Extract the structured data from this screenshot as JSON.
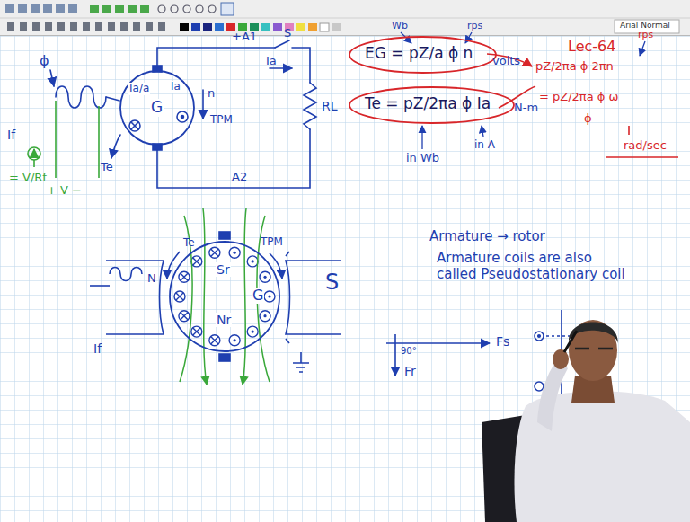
{
  "diagram": {
    "nodes": [
      {
        "text": [
          "EG = pZ/a ϕ n"
        ]
      },
      {
        "text": [
          "Te = pZ/2πa ϕ Ia"
        ]
      },
      {
        "text": [
          "Ia/a",
          "G",
          "Ia"
        ]
      },
      {
        "text": [
          "Sr",
          "G",
          "Nr"
        ]
      }
    ],
    "labels": [
      "Arial Normal",
      "ϕ",
      "If",
      "= V/Rf",
      "+ V −",
      "Te",
      "+A1",
      "S",
      "Ia",
      "n",
      "TPM",
      "RL",
      "A2",
      "Wb",
      "rps",
      "volts",
      "N-m",
      "in Wb",
      "in A",
      "Lec-64",
      "pZ/2πa ϕ 2πn",
      "rps",
      "= pZ/2πa ϕ ω",
      "ϕ",
      "rad/sec",
      "Te",
      "TPM",
      "N",
      "S",
      "If",
      "Armature → rotor",
      "Armature coils are also called Pseudostationary coil",
      "Fs",
      "Fr",
      "90°"
    ]
  }
}
